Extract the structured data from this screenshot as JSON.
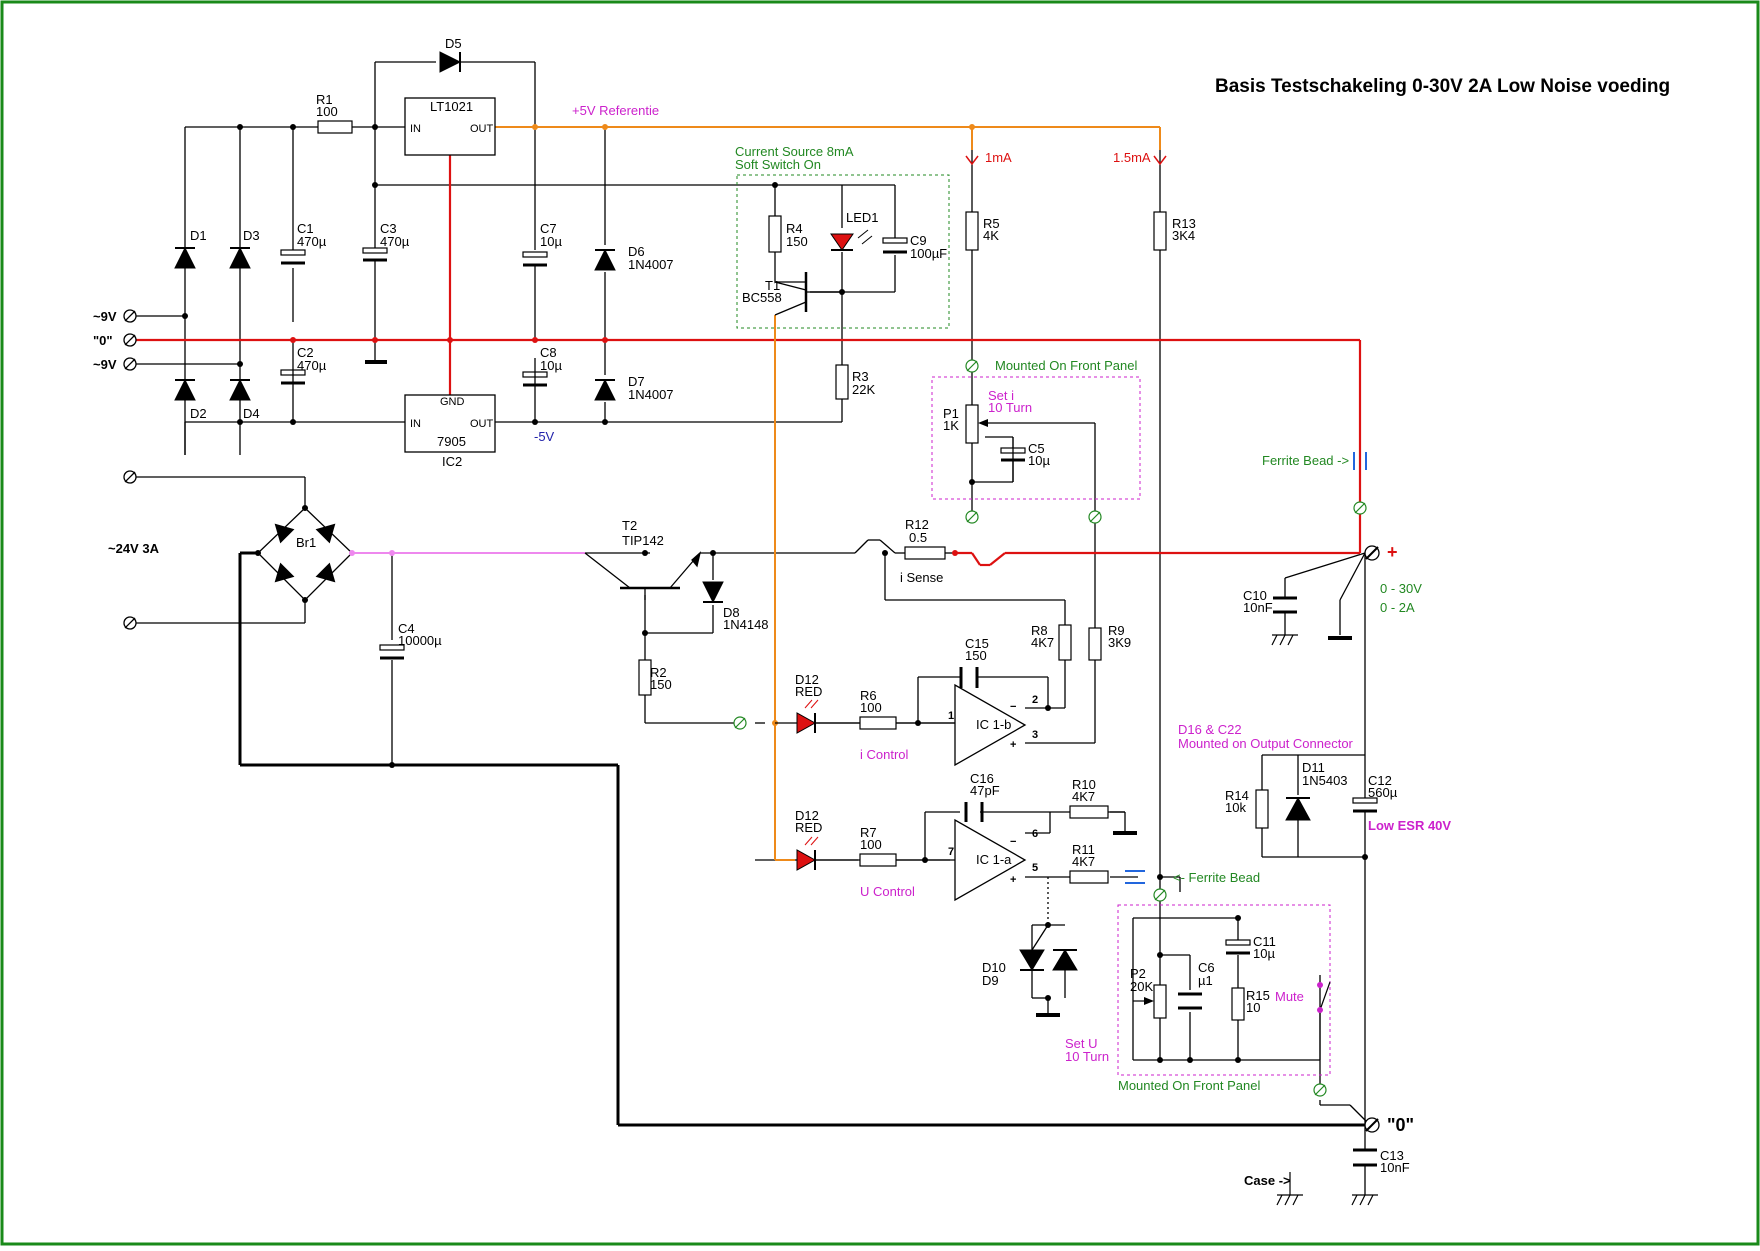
{
  "title": "Basis Testschakeling 0-30V 2A Low Noise voeding",
  "colors": {
    "frame": "#1a8a1a",
    "ground": "#dd1111",
    "reference": "#ee8a1a",
    "rectified": "#ee88ee",
    "wire": "#000000",
    "wire_gray": "#666666",
    "magenta_text": "#cc22cc",
    "green_text": "#228822",
    "blue_text": "#2222aa",
    "ferrite": "#2266dd"
  },
  "nets": {
    "ref": "+5V Referentie",
    "neg5": "-5V",
    "mA1": "1mA",
    "mA15": "1.5mA"
  },
  "terminals": {
    "ac1": "~9V",
    "zero": "\"0\"",
    "ac2": "~9V",
    "ac24": "~24V 3A",
    "plus": "+",
    "out_zero": "\"0\"",
    "vrange": "0 - 30V",
    "irange": "0 - 2A",
    "case": "Case ->"
  },
  "boxes": {
    "cs_l1": "Current Source 8mA",
    "cs_l2": "Soft Switch On",
    "fp1": "Mounted On Front Panel",
    "seti_l1": "Set i",
    "seti_l2": "10 Turn",
    "fp2": "Mounted On Front Panel",
    "setu_l1": "Set U",
    "setu_l2": "10 Turn",
    "mute": "Mute",
    "outconn_l1": "D16 & C22",
    "outconn_l2": "Mounted on Output Connector",
    "lowesr": "Low ESR 40V"
  },
  "notes": {
    "ferrite1": "Ferrite Bead ->",
    "ferrite2": "<- Ferrite Bead",
    "isense": "i Sense",
    "icontrol": "i Control",
    "ucontrol": "U Control"
  },
  "components": {
    "d1": "D1",
    "d2": "D2",
    "d3": "D3",
    "d4": "D4",
    "d5": "D5",
    "r1": "R1",
    "r1v": "100",
    "ic1": "LT1021",
    "ic1_in": "IN",
    "ic1_out": "OUT",
    "c1": "C1",
    "c1v": "470µ",
    "c2": "C2",
    "c2v": "470µ",
    "c3": "C3",
    "c3v": "470µ",
    "c7": "C7",
    "c7v": "10µ",
    "c8": "C8",
    "c8v": "10µ",
    "d6": "D6",
    "d6v": "1N4007",
    "d7": "D7",
    "d7v": "1N4007",
    "ic2": "IC2",
    "ic2v": "7905",
    "ic2_gnd": "GND",
    "ic2_in": "IN",
    "ic2_out": "OUT",
    "r4": "R4",
    "r4v": "150",
    "led1": "LED1",
    "c9": "C9",
    "c9v": "100µF",
    "t1": "T1",
    "t1v": "BC558",
    "r3": "R3",
    "r3v": "22K",
    "r5": "R5",
    "r5v": "4K",
    "r13": "R13",
    "r13v": "3K4",
    "p1": "P1",
    "p1v": "1K",
    "c5": "C5",
    "c5v": "10µ",
    "br1": "Br1",
    "c4": "C4",
    "c4v": "10000µ",
    "t2": "T2",
    "t2v": "TIP142",
    "d8": "D8",
    "d8v": "1N4148",
    "r12": "R12",
    "r12v": "0.5",
    "r2": "R2",
    "r2v": "150",
    "r8": "R8",
    "r8v": "4K7",
    "r9": "R9",
    "r9v": "3K9",
    "c15": "C15",
    "c15v": "150",
    "ic1b": "IC 1-b",
    "d12a": "D12",
    "d12av": "RED",
    "r6": "R6",
    "r6v": "100",
    "c16": "C16",
    "c16v": "47pF",
    "r10": "R10",
    "r10v": "4K7",
    "r11": "R11",
    "r11v": "4K7",
    "ic1a": "IC 1-a",
    "d12b": "D12",
    "d12bv": "RED",
    "r7": "R7",
    "r7v": "100",
    "d10": "D10",
    "d9": "D9",
    "c10": "C10",
    "c10v": "10nF",
    "r14": "R14",
    "r14v": "10k",
    "d11": "D11",
    "d11v": "1N5403",
    "c12": "C12",
    "c12v": "560µ",
    "p2": "P2",
    "p2v": "20K",
    "c6": "C6",
    "c6v": "µ1",
    "c11": "C11",
    "c11v": "10µ",
    "r15": "R15",
    "r15v": "10",
    "c13": "C13",
    "c13v": "10nF"
  },
  "pins": {
    "p1": "1",
    "p2": "2",
    "p3": "3",
    "p5": "5",
    "p6": "6",
    "p7": "7",
    "minus": "−",
    "plus": "+"
  }
}
